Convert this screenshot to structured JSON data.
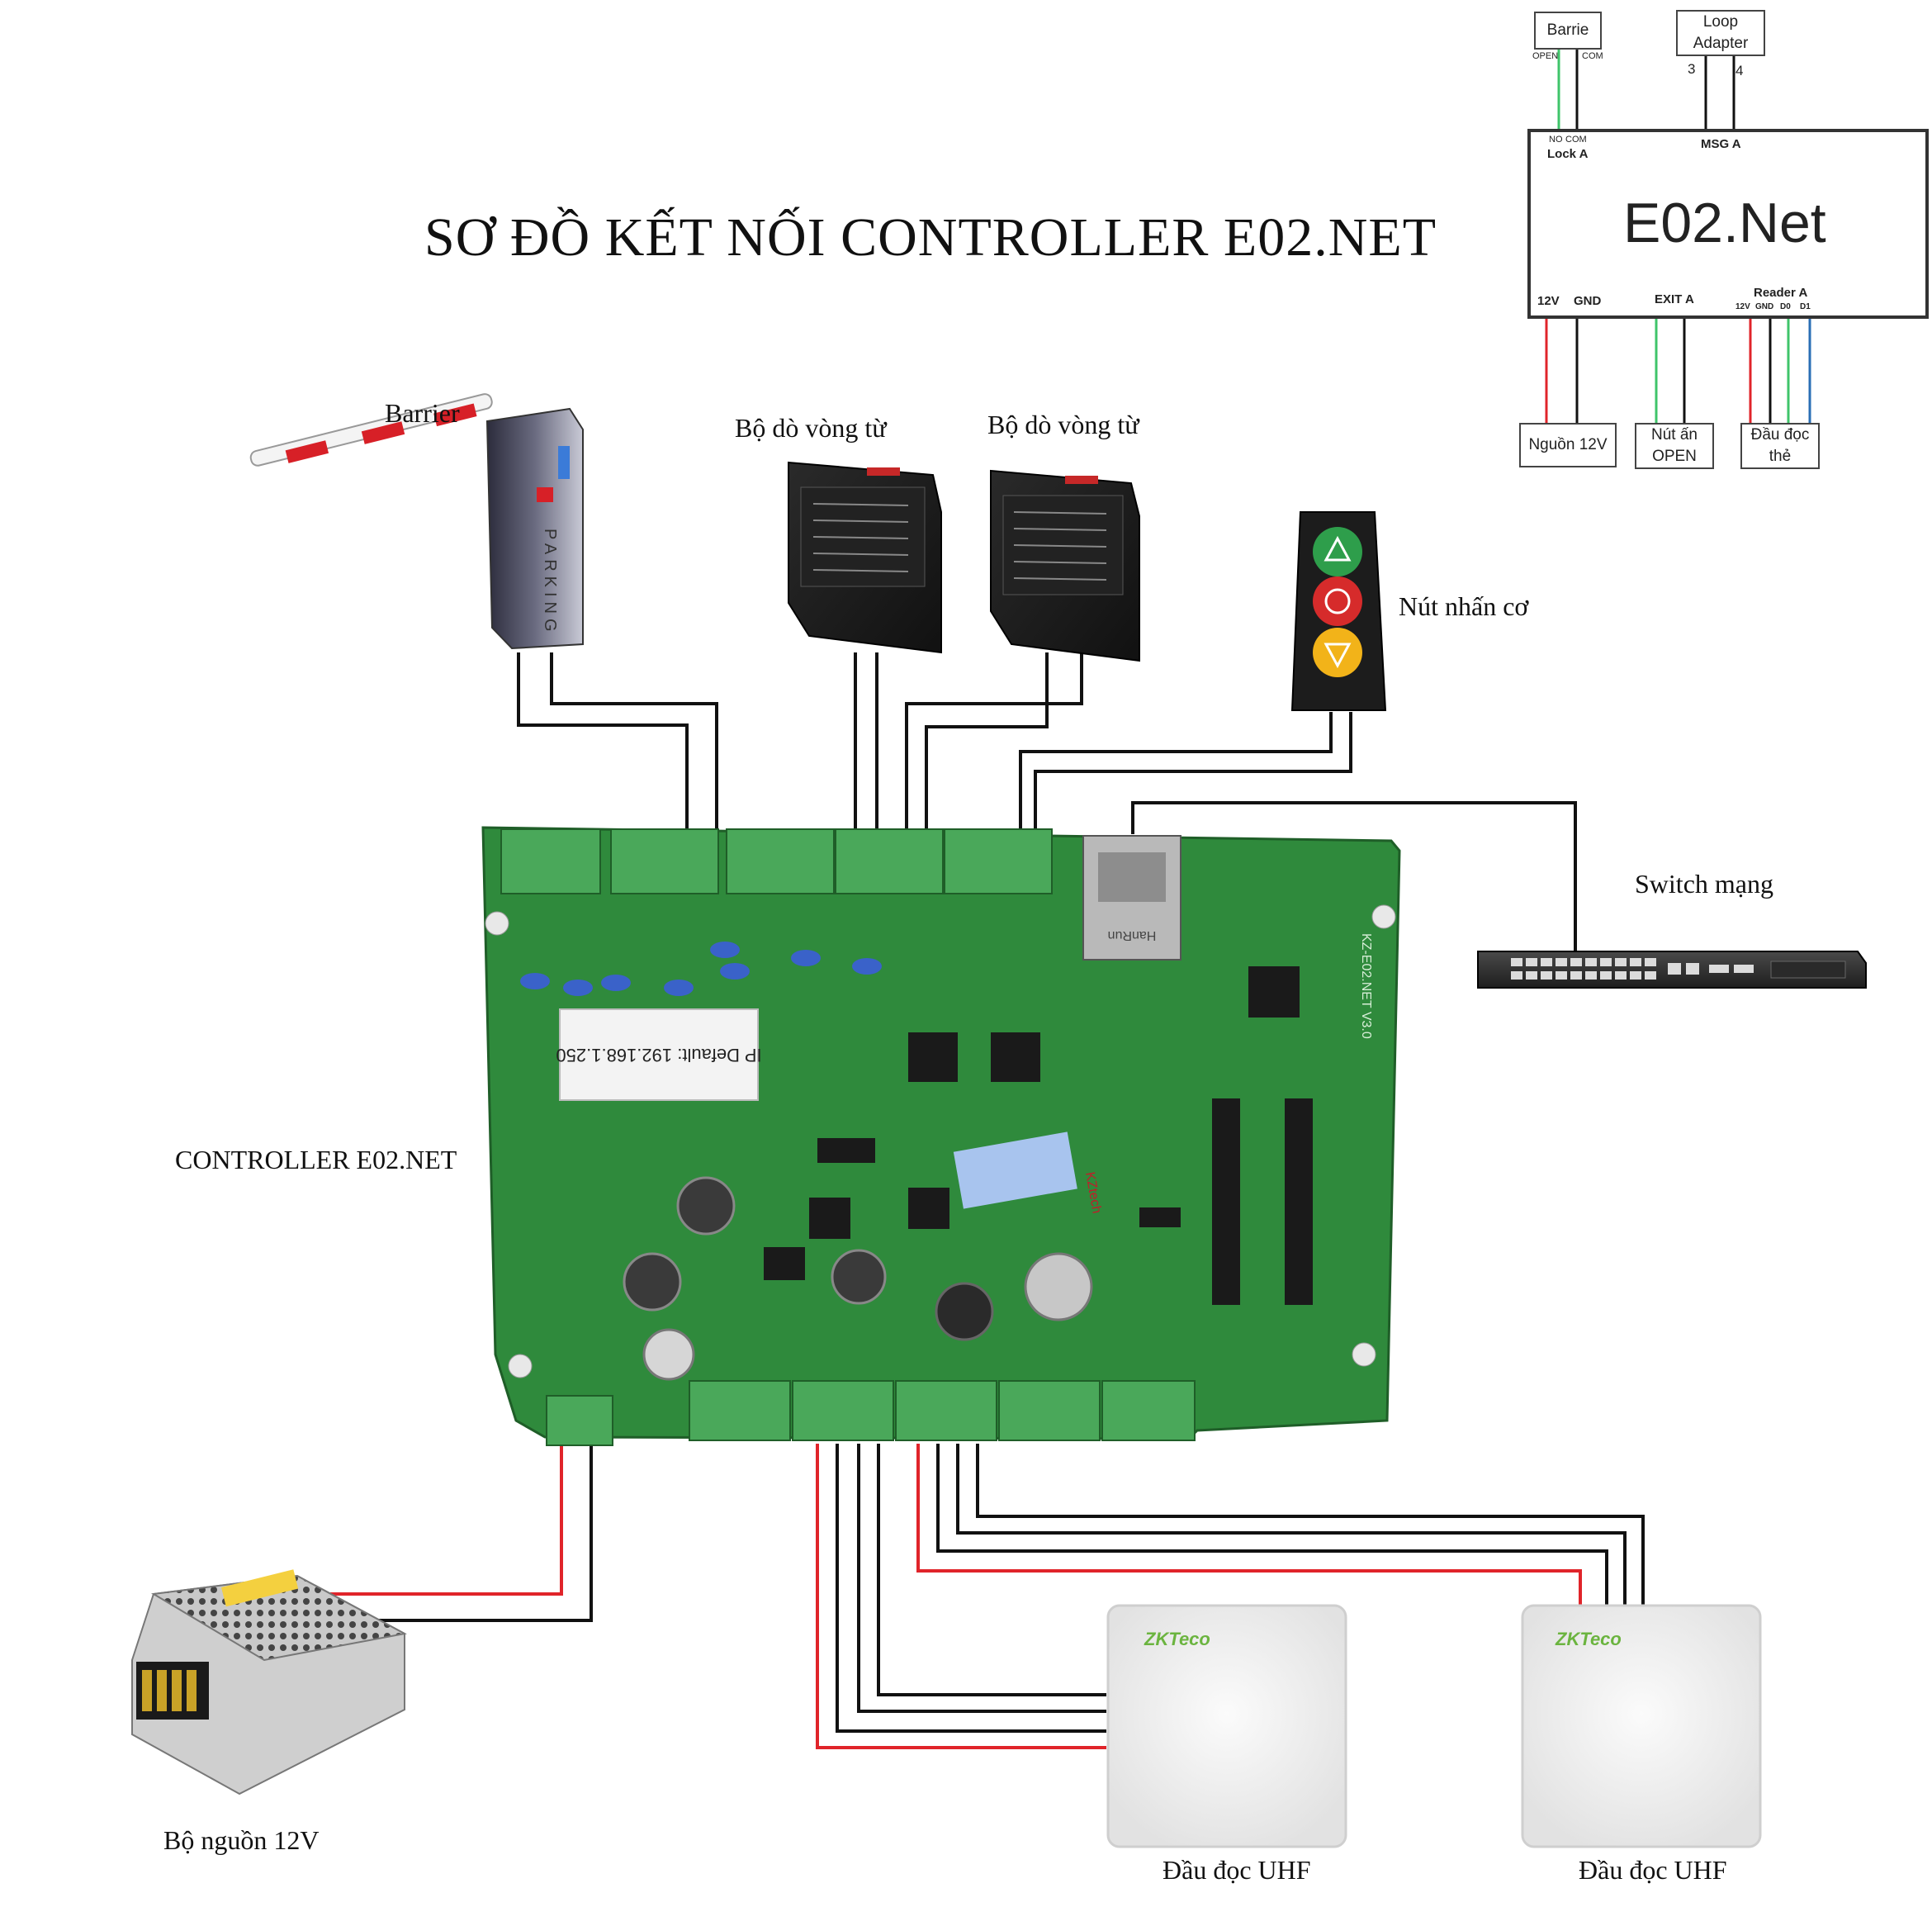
{
  "title": "SƠ ĐỒ KẾT NỐI CONTROLLER E02.NET",
  "devices": {
    "barrier": "Barrier",
    "loop_detector_1": "Bộ dò vòng từ",
    "loop_detector_2": "Bộ dò vòng từ",
    "push_button": "Nút nhấn cơ",
    "switch": "Switch mạng",
    "controller": "CONTROLLER E02.NET",
    "power_supply": "Bộ nguồn 12V",
    "uhf_reader_1": "Đầu đọc UHF",
    "uhf_reader_2": "Đầu đọc UHF"
  },
  "board": {
    "ip_sticker": "IP Default: 192.168.1.250",
    "model": "KZ-E02.NET V3.0",
    "rj45": "HanRun",
    "brand_sticker": "KZtech"
  },
  "reader_brand": "ZKTeco",
  "schematic": {
    "module": "E02.Net",
    "barrie": "Barrie",
    "open": "OPEN",
    "com": "COM",
    "loop_adapter_line1": "Loop",
    "loop_adapter_line2": "Adapter",
    "pin3": "3",
    "pin4": "4",
    "no": "NO",
    "com2": "COM",
    "lock_a": "Lock A",
    "msg_a": "MSG A",
    "v12": "12V",
    "gnd": "GND",
    "exit_a": "EXIT A",
    "reader_a": "Reader A",
    "r_12v": "12V",
    "r_gnd": "GND",
    "r_d0": "D0",
    "r_d1": "D1",
    "power": "Nguồn 12V",
    "button_line1": "Nút ấn",
    "button_line2": "OPEN",
    "reader_line1": "Đầu đọc",
    "reader_line2": "thẻ"
  },
  "colors": {
    "board_green": "#2f8a3c",
    "terminal_green": "#4aa85a",
    "wire_red": "#e0242a",
    "wire_green": "#3fc46a",
    "wire_blue": "#2a6fb5",
    "wire_black": "#111111"
  }
}
